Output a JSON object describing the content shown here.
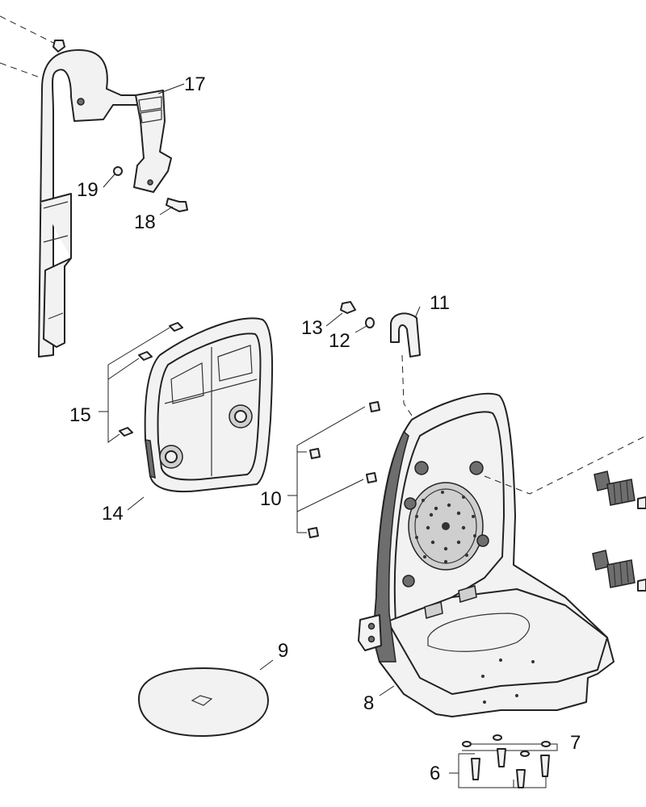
{
  "labels": {
    "p6": "6",
    "p7": "7",
    "p8": "8",
    "p9": "9",
    "p10": "10",
    "p11": "11",
    "p12": "12",
    "p13": "13",
    "p14": "14",
    "p15": "15",
    "p17": "17",
    "p18": "18",
    "p19": "19"
  },
  "colors": {
    "line": "#222222",
    "part_fill": "#f2f2f2",
    "shadow": "#6e6e6e",
    "background": "#ffffff"
  }
}
